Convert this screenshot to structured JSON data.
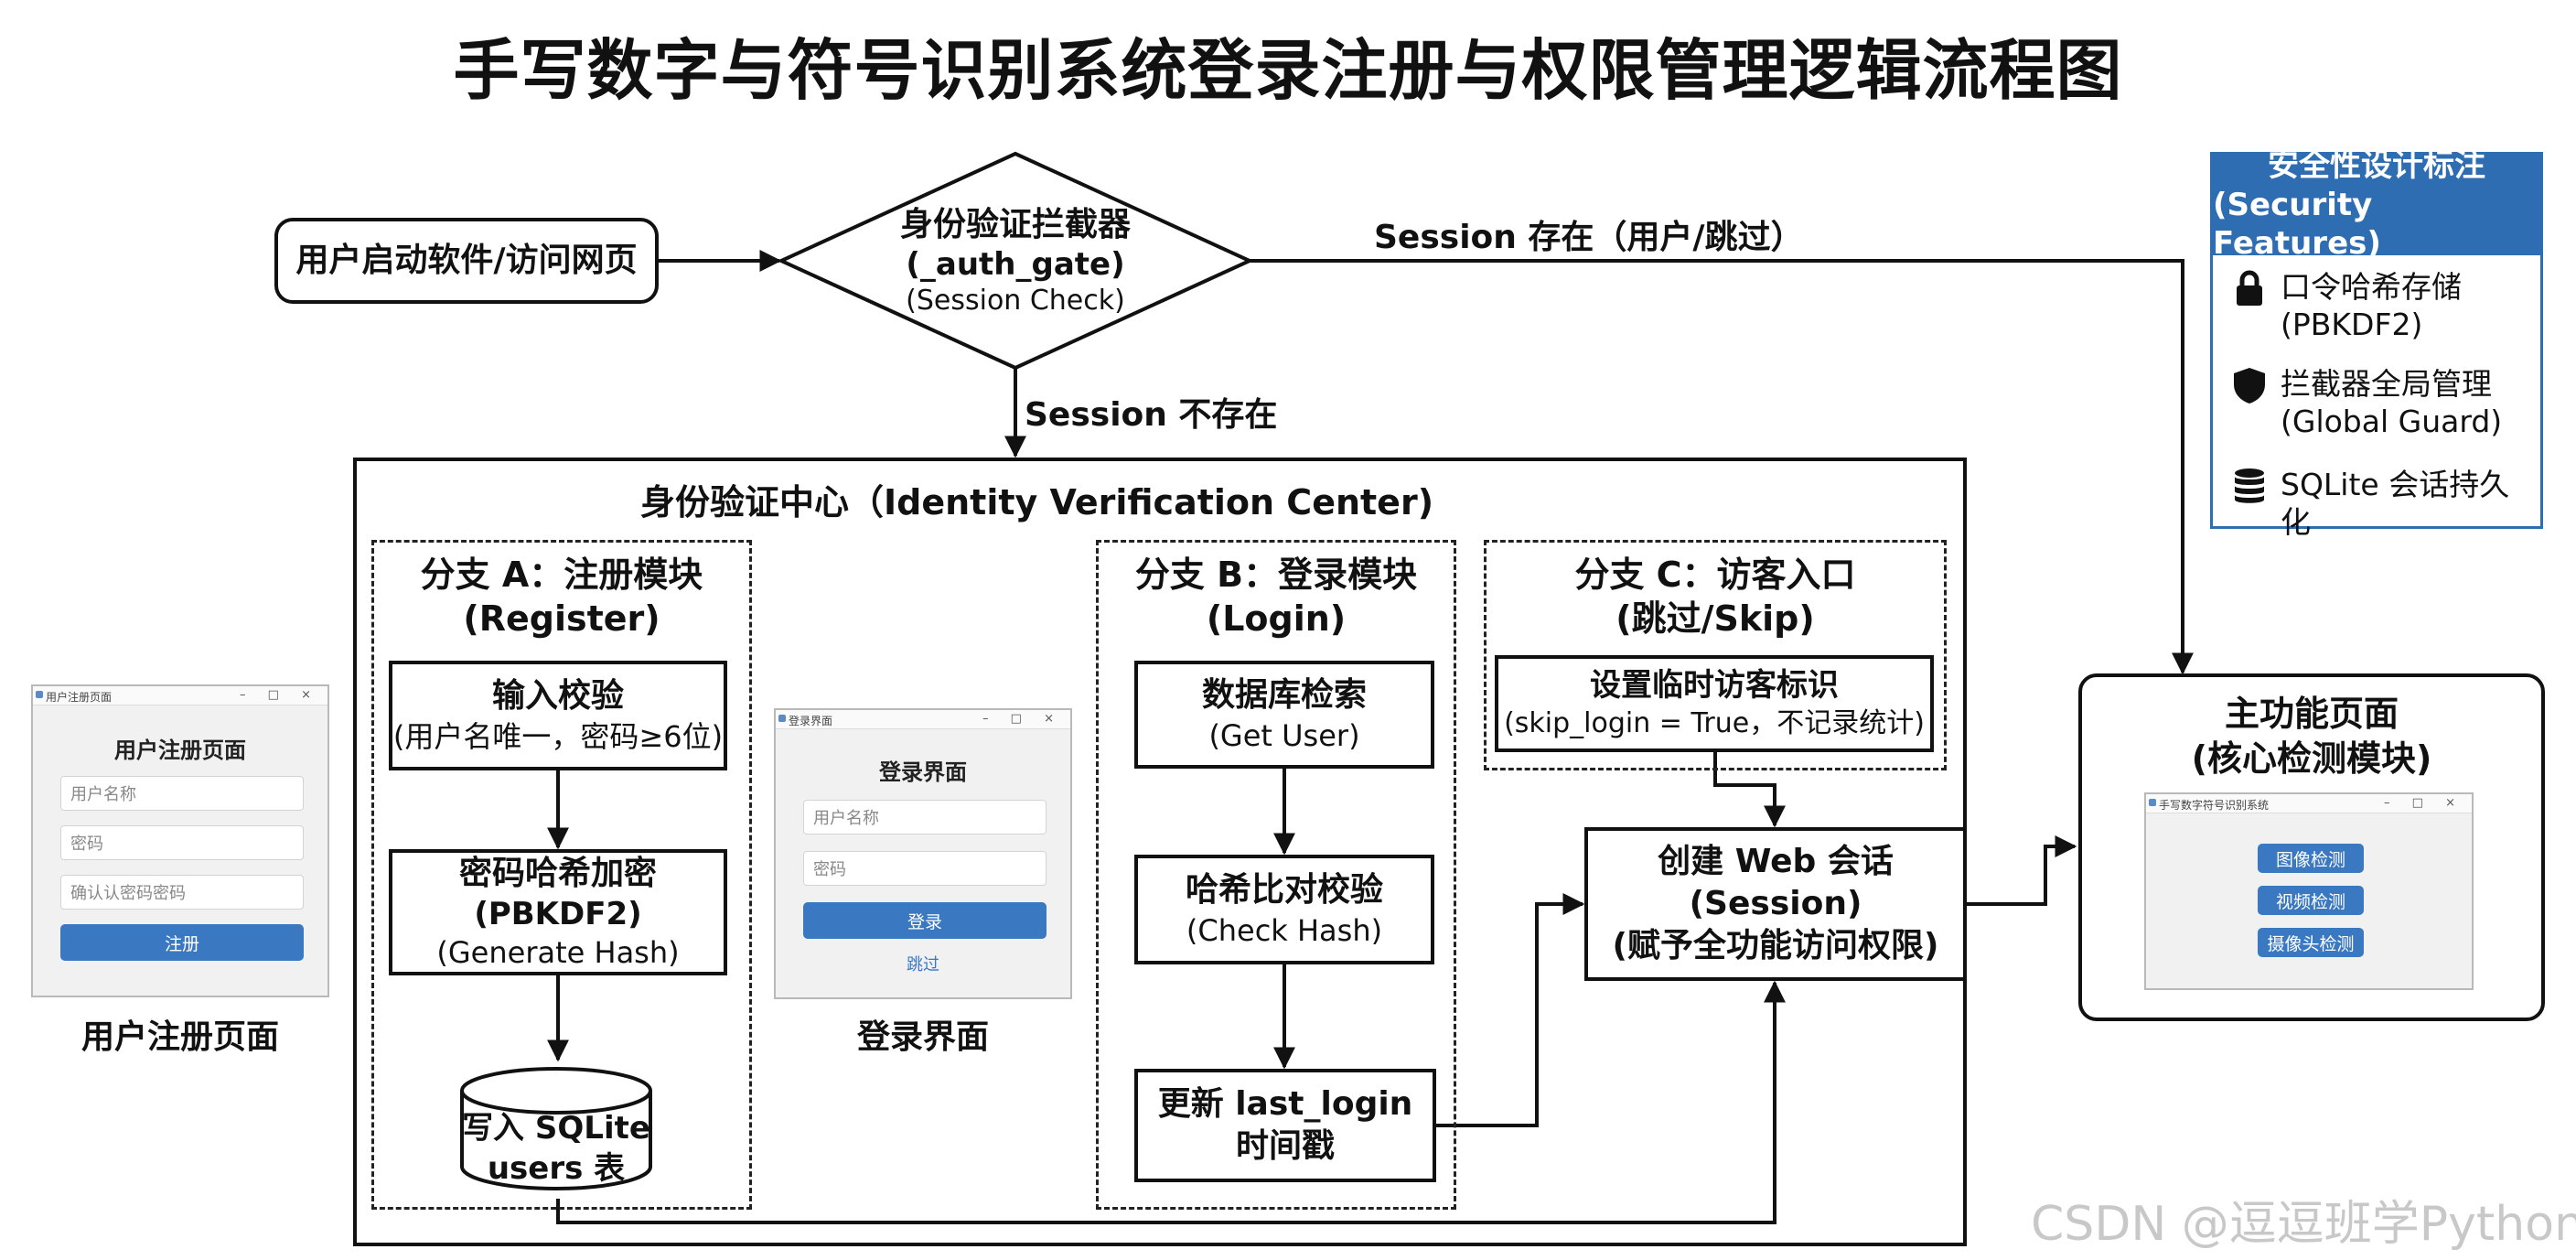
{
  "title": "手写数字与符号识别系统登录注册与权限管理逻辑流程图",
  "nodes": {
    "start": "用户启动软件/访问网页",
    "gate": {
      "line1": "身份验证拦截器",
      "line2": "(_auth_gate)",
      "line3": "(Session Check)"
    },
    "center_title": "身份验证中心（Identity Verification Center)",
    "branch_a": {
      "title1": "分支 A：注册模块",
      "title2": "(Register)"
    },
    "branch_b": {
      "title1": "分支 B：登录模块",
      "title2": "(Login)"
    },
    "branch_c": {
      "title1": "分支 C：访客入口",
      "title2": "(跳过/Skip)"
    },
    "validate": {
      "line1": "输入校验",
      "line2": "(用户名唯一，密码≥6位)"
    },
    "hash": {
      "line1": "密码哈希加密",
      "line2": "(PBKDF2)",
      "line3": "(Generate Hash)"
    },
    "sqlite": {
      "line1": "写入 SQLite",
      "line2": "users 表"
    },
    "get_user": {
      "line1": "数据库检索",
      "line2": "(Get User)"
    },
    "check_hash": {
      "line1": "哈希比对校验",
      "line2": "(Check Hash)"
    },
    "update_login": {
      "line1": "更新 last_login",
      "line2": "时间戳"
    },
    "guest": {
      "line1": "设置临时访客标识",
      "line2": "(skip_login = True，不记录统计)"
    },
    "session": {
      "line1": "创建 Web 会话",
      "line2": "(Session)",
      "line3": "(赋予全功能访问权限)"
    },
    "main": {
      "line1": "主功能页面",
      "line2": "(核心检测模块)"
    }
  },
  "edge_labels": {
    "session_exists": "Session 存在（用户/跳过）",
    "session_missing": "Session 不存在"
  },
  "register_window": {
    "titlebar": "用户注册页面",
    "heading": "用户注册页面",
    "username_placeholder": "用户名称",
    "password_placeholder": "密码",
    "confirm_placeholder": "确认认密码密码",
    "button": "注册",
    "caption": "用户注册页面"
  },
  "login_window": {
    "titlebar": "登录界面",
    "heading": "登录界面",
    "username_placeholder": "用户名称",
    "password_placeholder": "密码",
    "button": "登录",
    "skip_link": "跳过",
    "caption": "登录界面"
  },
  "main_window": {
    "titlebar": "手写数字符号识别系统",
    "buttons": [
      "图像检测",
      "视频检测",
      "摄像头检测"
    ]
  },
  "window_controls": "–  □  ×",
  "security": {
    "title1": "安全性设计标注",
    "title2": "(Security Features)",
    "items": [
      {
        "icon": "lock-icon",
        "line1": "口令哈希存储",
        "line2": "(PBKDF2)"
      },
      {
        "icon": "shield-icon",
        "line1": "拦截器全局管理",
        "line2": "(Global Guard)"
      },
      {
        "icon": "database-icon",
        "line1": "SQLite 会话持久化",
        "line2": ""
      }
    ]
  },
  "watermark": "CSDN @逗逗班学Python",
  "colors": {
    "accent_blue": "#2f6db3",
    "button_blue": "#3b78c2",
    "line": "#111111"
  }
}
